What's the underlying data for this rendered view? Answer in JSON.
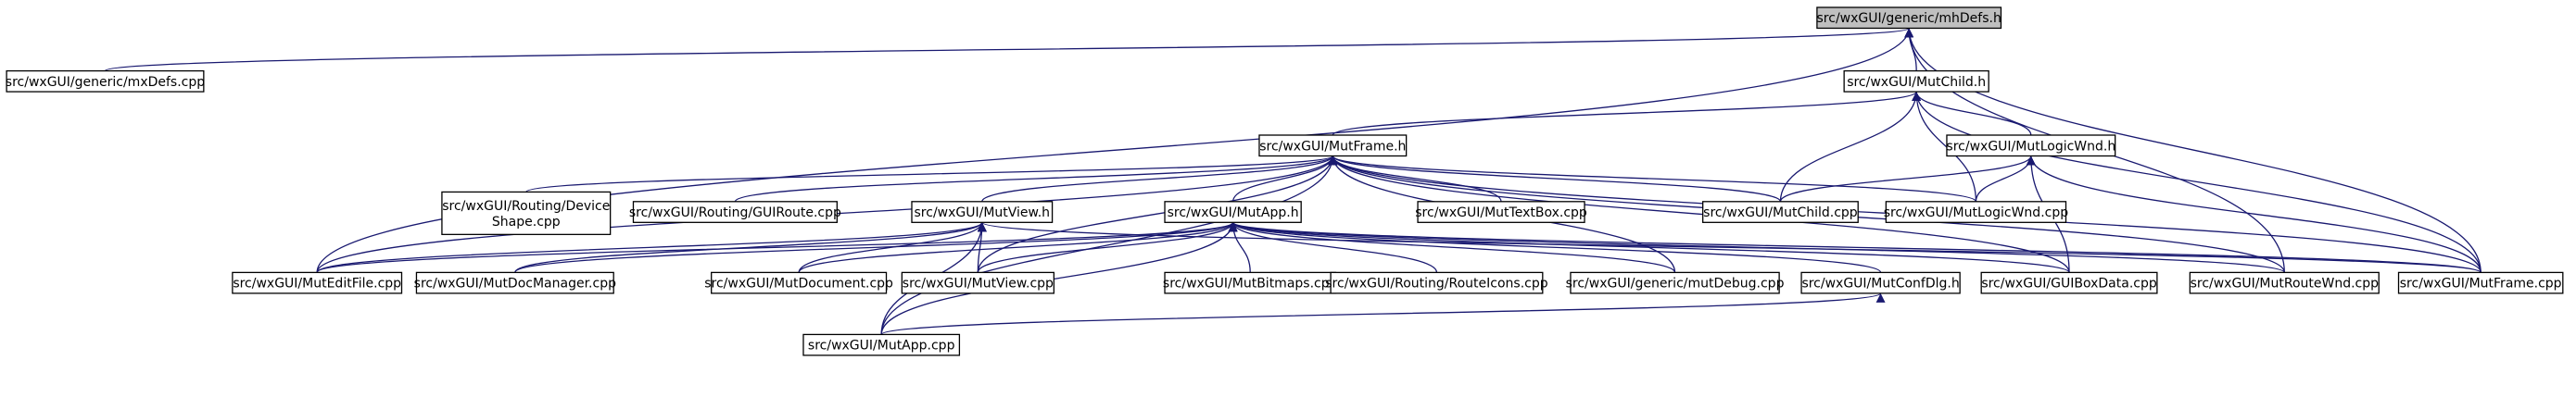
{
  "diagram": {
    "nodes": [
      {
        "id": "mhdefs",
        "lines": [
          "src/wxGUI/generic/mhDefs.h"
        ],
        "root": true
      },
      {
        "id": "mxdefs",
        "lines": [
          "src/wxGUI/generic/mxDefs.cpp"
        ]
      },
      {
        "id": "mutchild_h",
        "lines": [
          "src/wxGUI/MutChild.h"
        ]
      },
      {
        "id": "mutframe_h",
        "lines": [
          "src/wxGUI/MutFrame.h"
        ]
      },
      {
        "id": "mutlogicwnd_h",
        "lines": [
          "src/wxGUI/MutLogicWnd.h"
        ]
      },
      {
        "id": "deviceshape",
        "lines": [
          "src/wxGUI/Routing/Device",
          "Shape.cpp"
        ]
      },
      {
        "id": "guiroute",
        "lines": [
          "src/wxGUI/Routing/GUIRoute.cpp"
        ]
      },
      {
        "id": "mutview_h",
        "lines": [
          "src/wxGUI/MutView.h"
        ]
      },
      {
        "id": "mutapp_h",
        "lines": [
          "src/wxGUI/MutApp.h"
        ]
      },
      {
        "id": "muttextbox",
        "lines": [
          "src/wxGUI/MutTextBox.cpp"
        ]
      },
      {
        "id": "mutchild_cpp",
        "lines": [
          "src/wxGUI/MutChild.cpp"
        ]
      },
      {
        "id": "mutlogicwnd_cpp",
        "lines": [
          "src/wxGUI/MutLogicWnd.cpp"
        ]
      },
      {
        "id": "mutedit",
        "lines": [
          "src/wxGUI/MutEditFile.cpp"
        ]
      },
      {
        "id": "mutdocmgr",
        "lines": [
          "src/wxGUI/MutDocManager.cpp"
        ]
      },
      {
        "id": "mutdocument",
        "lines": [
          "src/wxGUI/MutDocument.cpp"
        ]
      },
      {
        "id": "mutview_cpp",
        "lines": [
          "src/wxGUI/MutView.cpp"
        ]
      },
      {
        "id": "mutbitmaps",
        "lines": [
          "src/wxGUI/MutBitmaps.cpp"
        ]
      },
      {
        "id": "routeicons",
        "lines": [
          "src/wxGUI/Routing/RouteIcons.cpp"
        ]
      },
      {
        "id": "mutdebug",
        "lines": [
          "src/wxGUI/generic/mutDebug.cpp"
        ]
      },
      {
        "id": "mutconfdlg",
        "lines": [
          "src/wxGUI/MutConfDlg.h"
        ]
      },
      {
        "id": "guiboxdata",
        "lines": [
          "src/wxGUI/GUIBoxData.cpp"
        ]
      },
      {
        "id": "mutroutewnd",
        "lines": [
          "src/wxGUI/MutRouteWnd.cpp"
        ]
      },
      {
        "id": "mutframe_cpp",
        "lines": [
          "src/wxGUI/MutFrame.cpp"
        ]
      },
      {
        "id": "mutapp_cpp",
        "lines": [
          "src/wxGUI/MutApp.cpp"
        ]
      }
    ],
    "edges": [
      [
        "mxdefs",
        "mhdefs"
      ],
      [
        "mutedit",
        "mhdefs"
      ],
      [
        "mutchild_h",
        "mhdefs"
      ],
      [
        "mutroutewnd",
        "mhdefs"
      ],
      [
        "mutframe_cpp",
        "mhdefs"
      ],
      [
        "mutframe_h",
        "mutchild_h"
      ],
      [
        "mutlogicwnd_h",
        "mutchild_h"
      ],
      [
        "mutchild_cpp",
        "mutchild_h"
      ],
      [
        "mutlogicwnd_cpp",
        "mutchild_h"
      ],
      [
        "mutframe_cpp",
        "mutchild_h"
      ],
      [
        "mutchild_cpp",
        "mutlogicwnd_h"
      ],
      [
        "mutlogicwnd_cpp",
        "mutlogicwnd_h"
      ],
      [
        "guiboxdata",
        "mutlogicwnd_h"
      ],
      [
        "mutframe_cpp",
        "mutlogicwnd_h"
      ],
      [
        "deviceshape",
        "mutframe_h"
      ],
      [
        "guiroute",
        "mutframe_h"
      ],
      [
        "mutview_h",
        "mutframe_h"
      ],
      [
        "mutapp_h",
        "mutframe_h"
      ],
      [
        "muttextbox",
        "mutframe_h"
      ],
      [
        "mutchild_cpp",
        "mutframe_h"
      ],
      [
        "mutlogicwnd_cpp",
        "mutframe_h"
      ],
      [
        "mutedit",
        "mutframe_h"
      ],
      [
        "mutview_cpp",
        "mutframe_h"
      ],
      [
        "mutapp_cpp",
        "mutframe_h"
      ],
      [
        "mutdebug",
        "mutframe_h"
      ],
      [
        "guiboxdata",
        "mutframe_h"
      ],
      [
        "mutroutewnd",
        "mutframe_h"
      ],
      [
        "mutframe_cpp",
        "mutframe_h"
      ],
      [
        "mutedit",
        "mutview_h"
      ],
      [
        "mutdocmgr",
        "mutview_h"
      ],
      [
        "mutdocument",
        "mutview_h"
      ],
      [
        "mutview_cpp",
        "mutview_h"
      ],
      [
        "mutapp_cpp",
        "mutview_h"
      ],
      [
        "mutframe_cpp",
        "mutview_h"
      ],
      [
        "mutedit",
        "mutapp_h"
      ],
      [
        "mutdocmgr",
        "mutapp_h"
      ],
      [
        "mutdocument",
        "mutapp_h"
      ],
      [
        "mutview_cpp",
        "mutapp_h"
      ],
      [
        "mutbitmaps",
        "mutapp_h"
      ],
      [
        "routeicons",
        "mutapp_h"
      ],
      [
        "mutdebug",
        "mutapp_h"
      ],
      [
        "mutconfdlg",
        "mutapp_h"
      ],
      [
        "guiboxdata",
        "mutapp_h"
      ],
      [
        "mutroutewnd",
        "mutapp_h"
      ],
      [
        "mutframe_cpp",
        "mutapp_h"
      ],
      [
        "mutapp_cpp",
        "mutapp_h"
      ],
      [
        "mutapp_cpp",
        "mutconfdlg"
      ]
    ]
  }
}
